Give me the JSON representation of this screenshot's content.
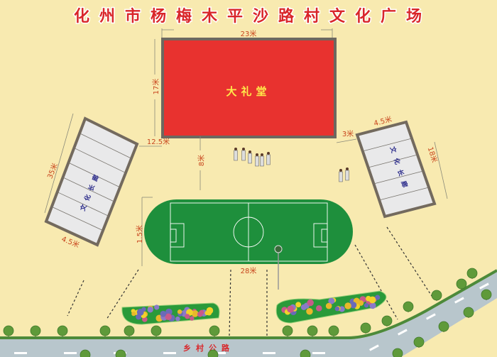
{
  "title": "化州市杨梅木平沙路村文化广场",
  "auditorium": {
    "label": "大礼堂",
    "width": "23米",
    "depth": "17米",
    "color": "#e8322f"
  },
  "left_gallery": {
    "label": "文化长廊",
    "length": "35米",
    "width": "4.5米"
  },
  "right_gallery": {
    "label": "文化长廊",
    "length": "18米",
    "width": "4.5米",
    "offset": "3米"
  },
  "dimensions": {
    "gallery_gap": "12.5米",
    "plaza_depth": "8米",
    "field_margin": "1.5米",
    "field_length": "28米"
  },
  "road": {
    "label": "乡村公路",
    "color": "#b8c6cc"
  },
  "colors": {
    "background": "#f8eab0",
    "field": "#1e8f3c",
    "title": "#d9262a",
    "dimension_text": "#c8461e"
  }
}
